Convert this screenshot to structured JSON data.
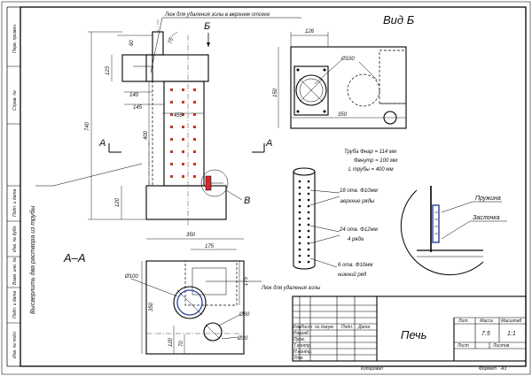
{
  "frame_side": {
    "perv_primen": "Перв. примен.",
    "sprav_no": "Справ. №",
    "podp_data_1": "Подп. и дата",
    "inv_dubl": "Инв. № дубл.",
    "vzam_inv": "Взам. инв. №",
    "podp_data_2": "Подп. и дата",
    "inv_podl": "Инв. № подл."
  },
  "notes": {
    "ash_top": "Люк для удаления золы в верхнем отсеке",
    "ash_bottom": "Люк для удаления золы",
    "holes_note": "Высверлить два раствора из трубы",
    "pipe_specs": [
      "Труба Фнар = 114 мм",
      "Фвнутр = 100 мм",
      "L трубы = 400 мм"
    ],
    "hole_rows": [
      [
        "18 отв. Ф10мм",
        "верхние ряды"
      ],
      [
        "24 отв. Ф12мм",
        "4 ряда"
      ],
      [
        "6 отв. Ф10мм",
        "нижний ряд"
      ]
    ],
    "spring": "Пружина",
    "damper": "Заслонка"
  },
  "views": {
    "view_b": "Вид Б",
    "section_aa": "А–А",
    "cut_a_left": "А",
    "cut_a_right": "А",
    "arrow_b": "Б",
    "detail_b": "В"
  },
  "dims": {
    "d60": "60",
    "d75": "75",
    "d123": "123",
    "d140": "140",
    "d145": "145",
    "d455": "455",
    "d740": "740",
    "d400": "400",
    "d120": "120",
    "d126": "126",
    "d350_b": "350",
    "d150": "150",
    "phi100_b": "Ø100",
    "d350_s": "350",
    "d175_top": "175",
    "d175_side": "175",
    "d350_side": "350",
    "phi100_s": "Ø100",
    "phi60": "Ø60",
    "phi30": "Ø30",
    "d70": "70",
    "d120_s": "120"
  },
  "title_block": {
    "title": "Печь",
    "lit_header": "Лит.",
    "mass_header": "Масса",
    "scale_header": "Масштаб",
    "mass_value": "7.5",
    "scale_value": "1:1",
    "sheet_label": "Лист",
    "sheets_label": "Листов",
    "col_izm": "Изм.",
    "col_list": "Лист",
    "col_doc": "№ докум.",
    "col_sign": "Подп.",
    "col_date": "Дата",
    "row_razrab": "Разраб.",
    "row_prov": "Пров.",
    "row_tkontr": "Т.контр.",
    "row_nkontr": "Н.контр.",
    "row_utv": "Утв.",
    "copied": "Копировал",
    "format_label": "Формат",
    "format_value": "А3"
  },
  "colors": {
    "hatch_blue": "#2a3f9a",
    "accent_red": "#d8232a"
  }
}
